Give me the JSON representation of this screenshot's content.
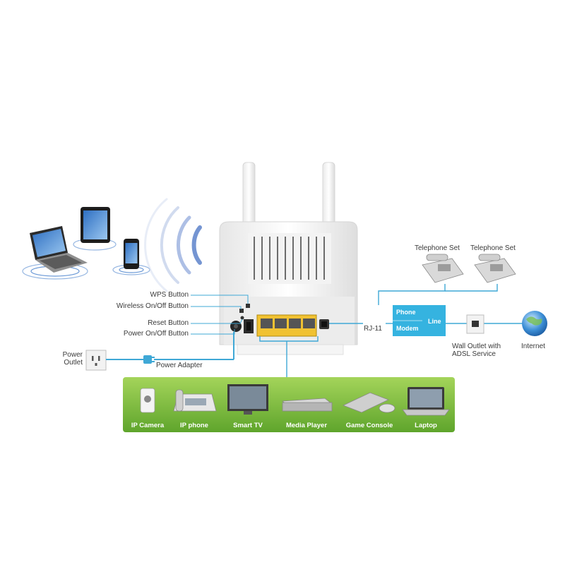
{
  "labels": {
    "wps_button": "WPS Button",
    "wireless_button": "Wireless On/Off Button",
    "reset_button": "Reset Button",
    "power_button": "Power On/Off Button",
    "power_outlet": "Power\nOutlet",
    "power_adapter": "Power Adapter",
    "rj11": "RJ-11",
    "telephone_set_1": "Telephone Set",
    "telephone_set_2": "Telephone Set",
    "splitter_phone": "Phone",
    "splitter_modem": "Modem",
    "splitter_line": "Line",
    "wall_outlet": "Wall Outlet with\nADSL Service",
    "internet": "Internet"
  },
  "lan_devices": [
    {
      "label": "IP Camera",
      "icon": "ip-camera-icon"
    },
    {
      "label": "IP phone",
      "icon": "ip-phone-icon"
    },
    {
      "label": "Smart TV",
      "icon": "smart-tv-icon"
    },
    {
      "label": "Media Player",
      "icon": "media-player-icon"
    },
    {
      "label": "Game Console",
      "icon": "game-console-icon"
    },
    {
      "label": "Laptop",
      "icon": "laptop-icon"
    }
  ],
  "wireless_devices": [
    {
      "icon": "laptop-icon"
    },
    {
      "icon": "tablet-icon"
    },
    {
      "icon": "smartphone-icon"
    }
  ],
  "colors": {
    "connector_line": "#3fa8d6",
    "splitter_box": "#35b3e0",
    "lan_panel_top": "#a4d45a",
    "lan_panel_bottom": "#5fa52c",
    "lan_ports": "#f1c232"
  }
}
